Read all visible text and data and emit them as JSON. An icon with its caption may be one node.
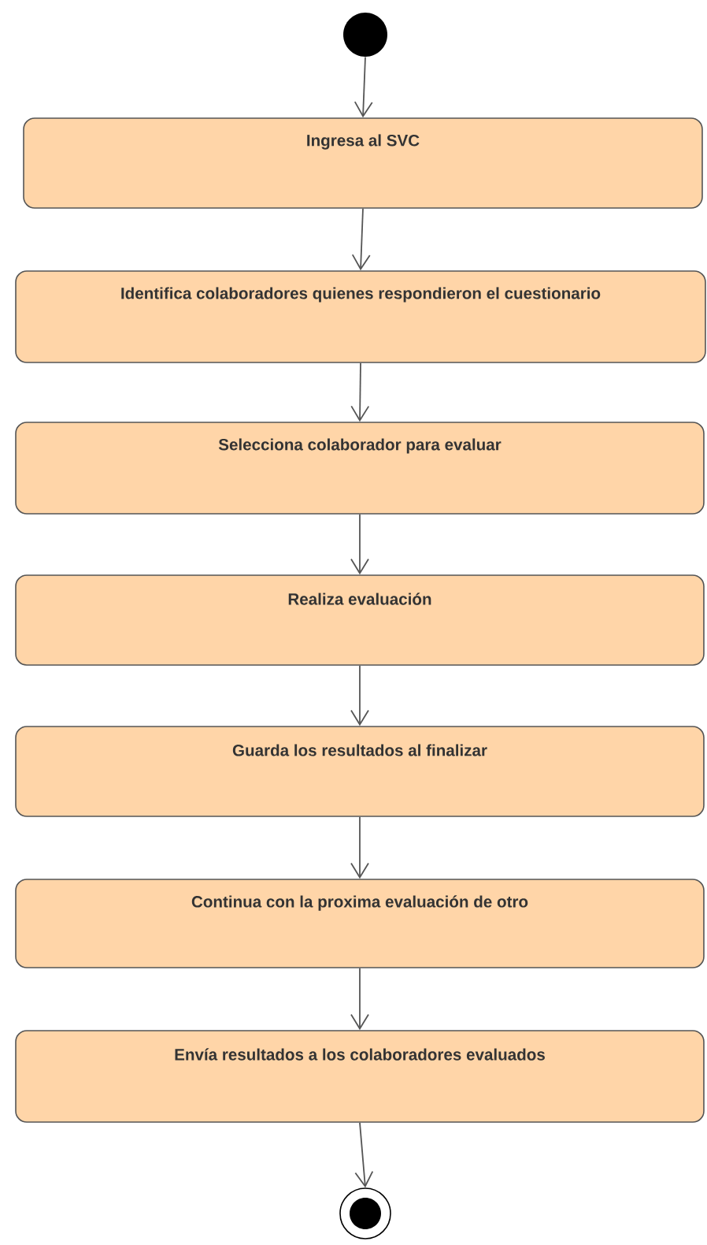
{
  "diagram": {
    "nodes": [
      {
        "text": [],
        "shape": "circle"
      },
      {
        "text": [
          "Ingresa al SVC"
        ]
      },
      {
        "text": [
          "Identifica colaboradores quienes respondieron el cuestionario"
        ]
      },
      {
        "text": [
          "Selecciona colaborador para evaluar"
        ]
      },
      {
        "text": [
          "Realiza evaluación"
        ]
      },
      {
        "text": [
          "Guarda los resultados al finalizar"
        ]
      },
      {
        "text": [
          "Continua con la proxima evaluación de otro"
        ]
      },
      {
        "text": [
          "Envía resultados a los colaboradores evaluados"
        ]
      },
      {
        "text": [],
        "shape": "end-circle"
      }
    ],
    "edges": [
      {
        "from": 0,
        "to": 1,
        "arrow": "to"
      },
      {
        "from": 1,
        "to": 2,
        "arrow": "to"
      },
      {
        "from": 2,
        "to": 3,
        "arrow": "to"
      },
      {
        "from": 3,
        "to": 4,
        "arrow": "to"
      },
      {
        "from": 4,
        "to": 5,
        "arrow": "to"
      },
      {
        "from": 5,
        "to": 6,
        "arrow": "to"
      },
      {
        "from": 6,
        "to": 7,
        "arrow": "to"
      },
      {
        "from": 7,
        "to": 8,
        "arrow": "to"
      }
    ]
  }
}
